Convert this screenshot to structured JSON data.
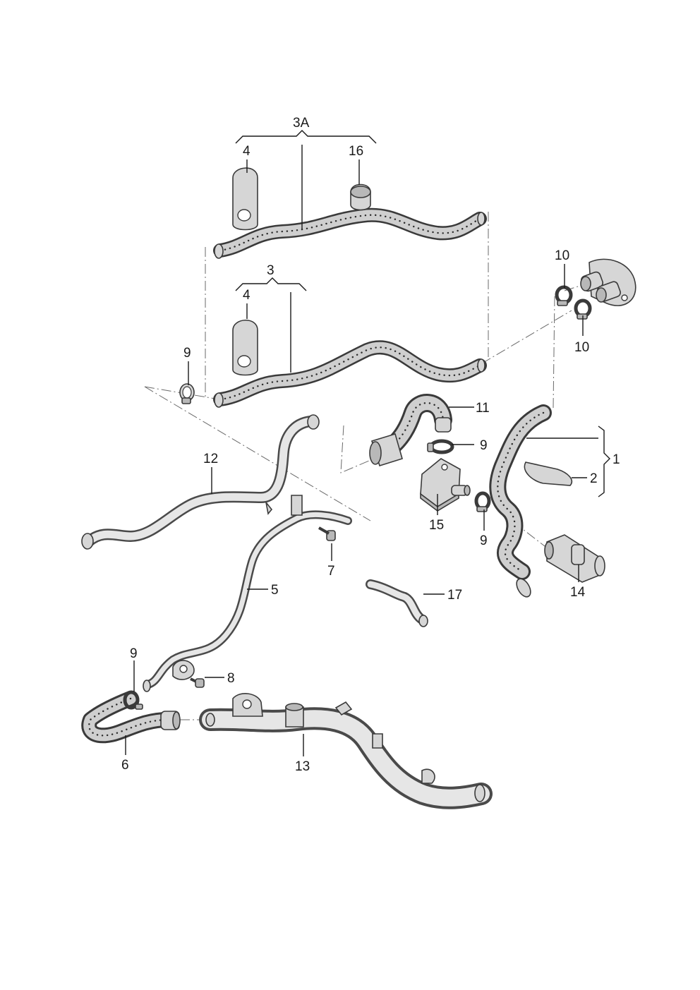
{
  "callouts": {
    "c3A": "3A",
    "c4a": "4",
    "c16": "16",
    "c3": "3",
    "c4b": "4",
    "c9a": "9",
    "c10a": "10",
    "c10b": "10",
    "c11": "11",
    "c9b": "9",
    "c1": "1",
    "c2": "2",
    "c12": "12",
    "c15": "15",
    "c9c": "9",
    "c7": "7",
    "c14": "14",
    "c5": "5",
    "c17": "17",
    "c9d": "9",
    "c8": "8",
    "c6": "6",
    "c13": "13"
  }
}
